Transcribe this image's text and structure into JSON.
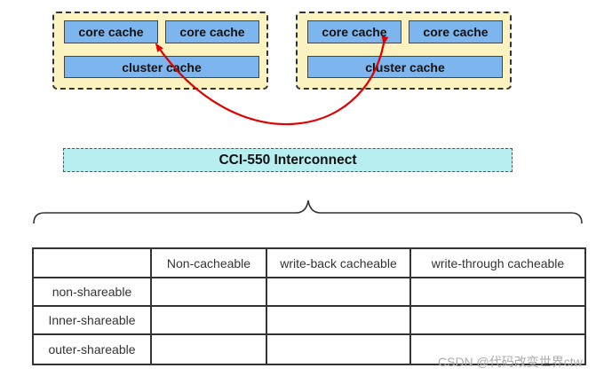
{
  "clusters": [
    {
      "core_caches": [
        "core cache",
        "core cache"
      ],
      "cluster_cache": "cluster cache"
    },
    {
      "core_caches": [
        "core cache",
        "core cache"
      ],
      "cluster_cache": "cluster cache"
    }
  ],
  "interconnect": {
    "label": "CCI-550 Interconnect"
  },
  "table": {
    "column_headers": [
      "Non-cacheable",
      "write-back cacheable",
      "write-through cacheable"
    ],
    "row_headers": [
      "non-shareable",
      "Inner-shareable",
      "outer-shareable"
    ]
  },
  "watermark": "CSDN @代码改变世界ctw",
  "colors": {
    "cluster_fill": "#fdf3c0",
    "cache_fill": "#7db5ef",
    "interconnect_fill": "#b7eef0",
    "arrow": "#e00000"
  }
}
